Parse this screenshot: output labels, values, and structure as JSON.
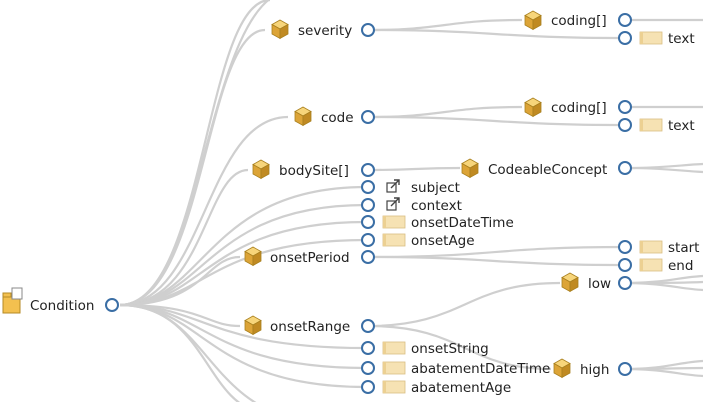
{
  "diagram": {
    "root": {
      "label": "Condition",
      "icon": "folder-resource-icon"
    },
    "nodes": [
      {
        "id": "severity",
        "label": "severity",
        "icon": "cube-icon"
      },
      {
        "id": "severity-coding",
        "label": "coding[]",
        "icon": "cube-icon"
      },
      {
        "id": "severity-text",
        "label": "text",
        "icon": "primitive-icon"
      },
      {
        "id": "code",
        "label": "code",
        "icon": "cube-icon"
      },
      {
        "id": "code-coding",
        "label": "coding[]",
        "icon": "cube-icon"
      },
      {
        "id": "code-text",
        "label": "text",
        "icon": "primitive-icon"
      },
      {
        "id": "bodySite",
        "label": "bodySite[]",
        "icon": "cube-icon"
      },
      {
        "id": "bodySite-cc",
        "label": "CodeableConcept",
        "icon": "cube-icon"
      },
      {
        "id": "subject",
        "label": "subject",
        "icon": "reference-link-icon"
      },
      {
        "id": "context",
        "label": "context",
        "icon": "reference-link-icon"
      },
      {
        "id": "onsetDateTime",
        "label": "onsetDateTime",
        "icon": "primitive-icon"
      },
      {
        "id": "onsetAge",
        "label": "onsetAge",
        "icon": "primitive-icon"
      },
      {
        "id": "onsetPeriod",
        "label": "onsetPeriod",
        "icon": "cube-icon"
      },
      {
        "id": "period-start",
        "label": "start",
        "icon": "primitive-icon"
      },
      {
        "id": "period-end",
        "label": "end",
        "icon": "primitive-icon"
      },
      {
        "id": "range-low",
        "label": "low",
        "icon": "cube-icon"
      },
      {
        "id": "onsetRange",
        "label": "onsetRange",
        "icon": "cube-icon"
      },
      {
        "id": "onsetString",
        "label": "onsetString",
        "icon": "primitive-icon"
      },
      {
        "id": "abatementDateTime",
        "label": "abatementDateTime",
        "icon": "primitive-icon"
      },
      {
        "id": "range-high",
        "label": "high",
        "icon": "cube-icon"
      },
      {
        "id": "abatementAge",
        "label": "abatementAge",
        "icon": "primitive-icon"
      }
    ],
    "colors": {
      "edge": "#cfcfcf",
      "node_circle_stroke": "#3a6ea5",
      "cube": "#e8b84a",
      "primitive": "#f6e2b3",
      "folder": "#f3c04f"
    }
  }
}
